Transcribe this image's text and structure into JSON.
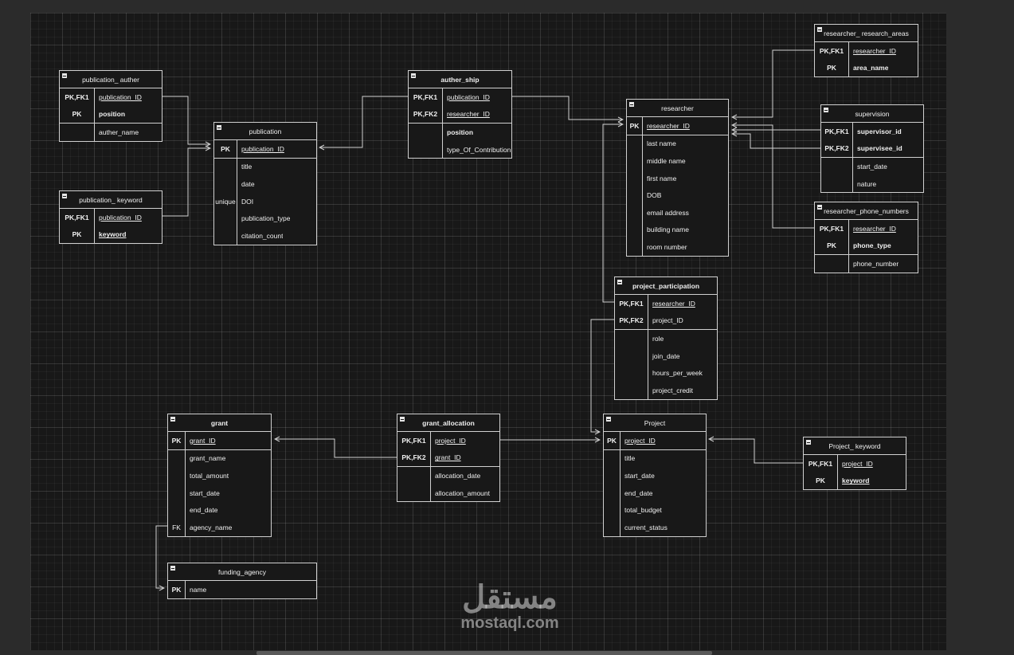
{
  "tables": [
    {
      "id": "pub_auther",
      "title": "publication_ auther",
      "bold_title": false,
      "keyw": 44,
      "rows": [
        {
          "key": "PK,FK1",
          "field": "publication_ID",
          "u": true,
          "b": false,
          "sep": false
        },
        {
          "key": "PK",
          "field": "position",
          "u": false,
          "b": true,
          "sep": true
        },
        {
          "key": "",
          "field": "auther_name",
          "u": false,
          "b": false,
          "sep": false
        }
      ]
    },
    {
      "id": "pub_keyword",
      "title": "publication_ keyword",
      "bold_title": false,
      "keyw": 44,
      "rows": [
        {
          "key": "PK,FK1",
          "field": "publication_ID",
          "u": true,
          "b": false,
          "sep": false
        },
        {
          "key": "PK",
          "field": "keyword",
          "u": true,
          "b": true,
          "sep": false
        }
      ]
    },
    {
      "id": "publication",
      "title": "publication",
      "bold_title": false,
      "keyw": 29,
      "rows": [
        {
          "key": "PK",
          "field": "publication_ID",
          "u": true,
          "b": false,
          "sep": true
        },
        {
          "key": "",
          "field": "title",
          "u": false,
          "b": false,
          "sep": false
        },
        {
          "key": "",
          "field": "date",
          "u": false,
          "b": false,
          "sep": false
        },
        {
          "key": "unique",
          "field": "DOI",
          "u": false,
          "b": false,
          "sep": false,
          "plain": true
        },
        {
          "key": "",
          "field": "publication_type",
          "u": false,
          "b": false,
          "sep": false
        },
        {
          "key": "",
          "field": "citation_count",
          "u": false,
          "b": false,
          "sep": false
        }
      ]
    },
    {
      "id": "auther_ship",
      "title": "auther_ship",
      "bold_title": true,
      "keyw": 43,
      "rows": [
        {
          "key": "PK,FK1",
          "field": "publication_ID",
          "u": true,
          "b": false,
          "sep": false
        },
        {
          "key": "PK,FK2",
          "field": "researcher_ID",
          "u": true,
          "b": false,
          "sep": true
        },
        {
          "key": "",
          "field": "position",
          "u": false,
          "b": true,
          "sep": false
        },
        {
          "key": "",
          "field": "type_Of_Contribution",
          "u": false,
          "b": false,
          "sep": false
        }
      ]
    },
    {
      "id": "researcher",
      "title": "researcher",
      "bold_title": false,
      "keyw": 20,
      "rows": [
        {
          "key": "PK",
          "field": "researcher_ID",
          "u": true,
          "b": false,
          "sep": true
        },
        {
          "key": "",
          "field": "last name",
          "u": false,
          "b": false,
          "sep": false
        },
        {
          "key": "",
          "field": "middle name",
          "u": false,
          "b": false,
          "sep": false
        },
        {
          "key": "",
          "field": "first name",
          "u": false,
          "b": false,
          "sep": false
        },
        {
          "key": "",
          "field": "DOB",
          "u": false,
          "b": false,
          "sep": false
        },
        {
          "key": "",
          "field": "email address",
          "u": false,
          "b": false,
          "sep": false
        },
        {
          "key": "",
          "field": "building name",
          "u": false,
          "b": false,
          "sep": false
        },
        {
          "key": "",
          "field": "room number",
          "u": false,
          "b": false,
          "sep": false
        }
      ]
    },
    {
      "id": "res_areas",
      "title": "researcher_ research_areas",
      "bold_title": false,
      "keyw": 43,
      "rows": [
        {
          "key": "PK,FK1",
          "field": "researcher_ID",
          "u": true,
          "b": false,
          "sep": false
        },
        {
          "key": "PK",
          "field": "area_name",
          "u": false,
          "b": true,
          "sep": false
        }
      ]
    },
    {
      "id": "supervision",
      "title": "supervision",
      "bold_title": false,
      "keyw": 40,
      "rows": [
        {
          "key": "PK,FK1",
          "field": "supervisor_id",
          "u": false,
          "b": true,
          "sep": false
        },
        {
          "key": "PK,FK2",
          "field": "supervisee_id",
          "u": false,
          "b": true,
          "sep": true
        },
        {
          "key": "",
          "field": "start_date",
          "u": false,
          "b": false,
          "sep": false
        },
        {
          "key": "",
          "field": "nature",
          "u": false,
          "b": false,
          "sep": false
        }
      ]
    },
    {
      "id": "res_phone",
      "title": "researcher_phone_numbers",
      "bold_title": false,
      "keyw": 43,
      "rows": [
        {
          "key": "PK,FK1",
          "field": "researcher_ID",
          "u": true,
          "b": false,
          "sep": false
        },
        {
          "key": "PK",
          "field": "phone_type",
          "u": false,
          "b": true,
          "sep": true
        },
        {
          "key": "",
          "field": "phone_number",
          "u": false,
          "b": false,
          "sep": false
        }
      ]
    },
    {
      "id": "proj_part",
      "title": "project_participation",
      "bold_title": true,
      "keyw": 42,
      "rows": [
        {
          "key": "PK,FK1",
          "field": "researcher_ID",
          "u": true,
          "b": false,
          "sep": false
        },
        {
          "key": "PK,FK2",
          "field": "project_ID",
          "u": false,
          "b": false,
          "sep": true
        },
        {
          "key": "",
          "field": "role",
          "u": false,
          "b": false,
          "sep": false
        },
        {
          "key": "",
          "field": "join_date",
          "u": false,
          "b": false,
          "sep": false
        },
        {
          "key": "",
          "field": "hours_per_week",
          "u": false,
          "b": false,
          "sep": false
        },
        {
          "key": "",
          "field": "project_credit",
          "u": false,
          "b": false,
          "sep": false
        }
      ]
    },
    {
      "id": "grant",
      "title": "grant",
      "bold_title": true,
      "keyw": 22,
      "rows": [
        {
          "key": "PK",
          "field": "grant_ID",
          "u": true,
          "b": false,
          "sep": true
        },
        {
          "key": "",
          "field": "grant_name",
          "u": false,
          "b": false,
          "sep": false
        },
        {
          "key": "",
          "field": "total_amount",
          "u": false,
          "b": false,
          "sep": false
        },
        {
          "key": "",
          "field": "start_date",
          "u": false,
          "b": false,
          "sep": false
        },
        {
          "key": "",
          "field": "end_date",
          "u": false,
          "b": false,
          "sep": false
        },
        {
          "key": "FK",
          "field": "agency_name",
          "u": false,
          "b": false,
          "sep": false,
          "plain": true
        }
      ]
    },
    {
      "id": "grant_alloc",
      "title": "grant_allocation",
      "bold_title": true,
      "keyw": 42,
      "rows": [
        {
          "key": "PK,FK1",
          "field": "project_ID",
          "u": true,
          "b": false,
          "sep": false
        },
        {
          "key": "PK,FK2",
          "field": "grant_ID",
          "u": true,
          "b": false,
          "sep": true
        },
        {
          "key": "",
          "field": "allocation_date",
          "u": false,
          "b": false,
          "sep": false
        },
        {
          "key": "",
          "field": "allocation_amount",
          "u": false,
          "b": false,
          "sep": false
        }
      ]
    },
    {
      "id": "project",
      "title": "Project",
      "bold_title": false,
      "keyw": 21,
      "rows": [
        {
          "key": "PK",
          "field": "project_ID",
          "u": true,
          "b": false,
          "sep": true
        },
        {
          "key": "",
          "field": "title",
          "u": false,
          "b": false,
          "sep": false
        },
        {
          "key": "",
          "field": "start_date",
          "u": false,
          "b": false,
          "sep": false
        },
        {
          "key": "",
          "field": "end_date",
          "u": false,
          "b": false,
          "sep": false
        },
        {
          "key": "",
          "field": "total_budget",
          "u": false,
          "b": false,
          "sep": false
        },
        {
          "key": "",
          "field": "current_status",
          "u": false,
          "b": false,
          "sep": false
        }
      ]
    },
    {
      "id": "proj_keyword",
      "title": "Project_ keyword",
      "bold_title": false,
      "keyw": 43,
      "rows": [
        {
          "key": "PK,FK1",
          "field": "project_ID",
          "u": true,
          "b": false,
          "sep": false
        },
        {
          "key": "PK",
          "field": "keyword",
          "u": true,
          "b": true,
          "sep": false
        }
      ]
    },
    {
      "id": "funding",
      "title": "funding_agency",
      "bold_title": false,
      "keyw": 22,
      "rows": [
        {
          "key": "PK",
          "field": "name",
          "u": false,
          "b": false,
          "sep": false
        }
      ]
    }
  ],
  "watermark": {
    "arabic": "مستقل",
    "latin": "mostaql.com"
  },
  "colors": {
    "background": "#181818",
    "line": "#d0d0d0",
    "text": "#f0f0f0"
  }
}
